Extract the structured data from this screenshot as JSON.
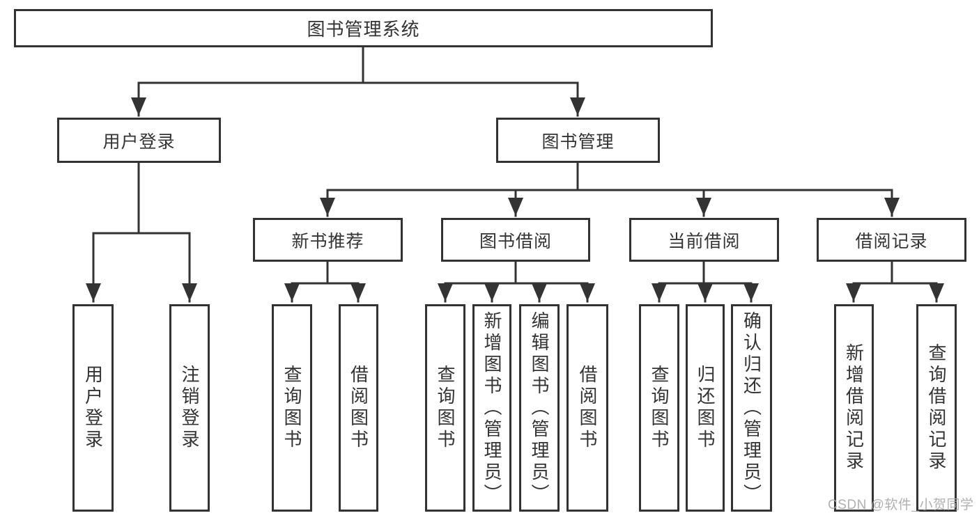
{
  "tree": {
    "root": {
      "label": "图书管理系统"
    },
    "branches": [
      {
        "label": "用户登录",
        "children": [
          {
            "label": "用户登录"
          },
          {
            "label": "注销登录"
          }
        ]
      },
      {
        "label": "图书管理",
        "children": [
          {
            "label": "新书推荐",
            "children": [
              {
                "label": "查询图书"
              },
              {
                "label": "借阅图书"
              }
            ]
          },
          {
            "label": "图书借阅",
            "children": [
              {
                "label": "查询图书"
              },
              {
                "label": "新增图书（管理员）"
              },
              {
                "label": "编辑图书（管理员）"
              },
              {
                "label": "借阅图书"
              }
            ]
          },
          {
            "label": "当前借阅",
            "children": [
              {
                "label": "查询图书"
              },
              {
                "label": "归还图书"
              },
              {
                "label": "确认归还（管理员）"
              }
            ]
          },
          {
            "label": "借阅记录",
            "children": [
              {
                "label": "新增借阅记录"
              },
              {
                "label": "查询借阅记录"
              }
            ]
          }
        ]
      }
    ]
  },
  "watermark": {
    "text": "CSDN @软件_小贺同学"
  },
  "colors": {
    "line": "#333333",
    "text": "#333333",
    "watermark": "#a8a8a8"
  }
}
